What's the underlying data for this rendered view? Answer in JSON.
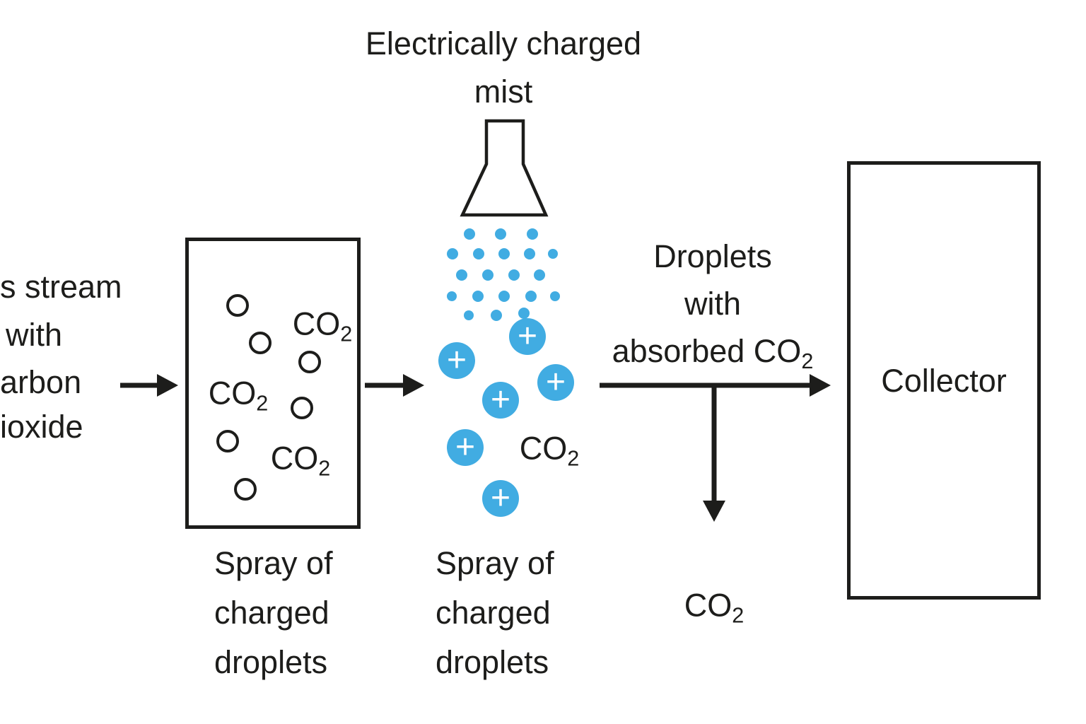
{
  "colors": {
    "ink": "#1d1d1b",
    "blue": "#41ace2",
    "bg": "#ffffff"
  },
  "header": {
    "line1": "Electrically charged",
    "line2": "mist"
  },
  "gas_stream": {
    "line1": "s stream",
    "line2": "with",
    "line3": "arbon",
    "line4": "ioxide"
  },
  "chamber": {
    "co2_base": "CO",
    "co2_sub": "2",
    "caption_line1": "Spray of",
    "caption_line2": "charged",
    "caption_line3": "droplets"
  },
  "mist_spray": {
    "plus": "+",
    "co2_base": "CO",
    "co2_sub": "2",
    "caption_line1": "Spray of",
    "caption_line2": "charged",
    "caption_line3": "droplets"
  },
  "absorbed": {
    "line1": "Droplets",
    "line2": "with",
    "line3_base": "absorbed CO",
    "line3_sub": "2"
  },
  "outlet": {
    "co2_base": "CO",
    "co2_sub": "2"
  },
  "collector": {
    "label": "Collector"
  }
}
